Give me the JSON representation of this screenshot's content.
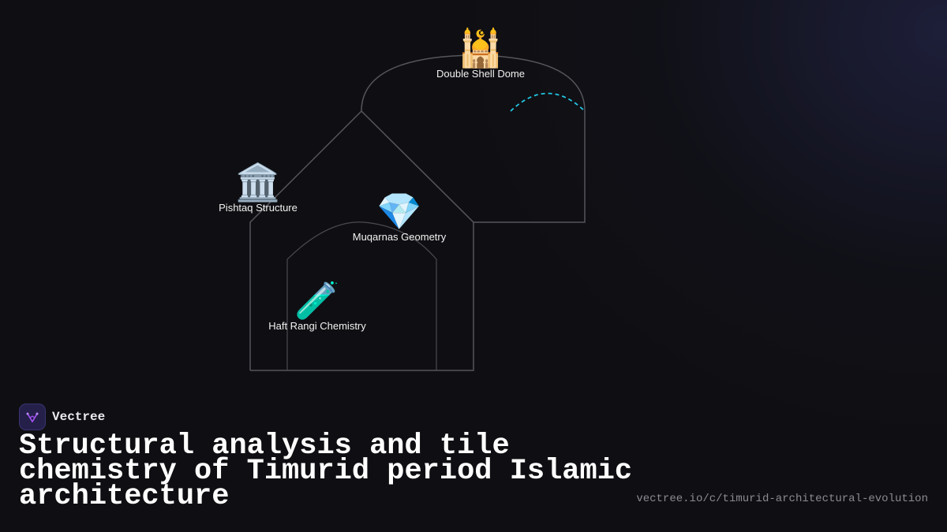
{
  "diagram": {
    "nodes": [
      {
        "id": "double-shell-dome",
        "label": "Double Shell Dome",
        "icon": "mosque-icon",
        "glyph": "🕌"
      },
      {
        "id": "pishtaq-structure",
        "label": "Pishtaq Structure",
        "icon": "classical-building-icon",
        "glyph": "🏛️"
      },
      {
        "id": "muqarnas-geometry",
        "label": "Muqarnas Geometry",
        "icon": "gem-icon",
        "glyph": "💎"
      },
      {
        "id": "haft-rangi-chemistry",
        "label": "Haft Rangi Chemistry",
        "icon": "test-tube-icon",
        "glyph": "🧪"
      }
    ],
    "colors": {
      "outline": "#55555c",
      "dashed_arc": "#22c4e0"
    }
  },
  "brand": {
    "name": "Vectree",
    "logo_icon": "vectree-logo-icon",
    "logo_color": "#a855f7"
  },
  "title": "Structural analysis and tile chemistry of Timurid period Islamic architecture",
  "url": "vectree.io/c/timurid-architectural-evolution"
}
